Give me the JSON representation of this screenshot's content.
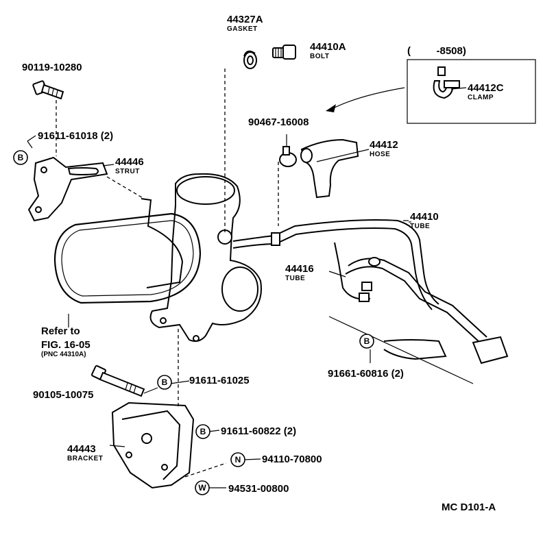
{
  "parts": {
    "p44327A": {
      "number": "44327A",
      "name": "GASKET"
    },
    "p44410A": {
      "number": "44410A",
      "name": "BOLT"
    },
    "p44412C": {
      "number": "44412C",
      "name": "CLAMP"
    },
    "p44412": {
      "number": "44412",
      "name": "HOSE"
    },
    "p44410": {
      "number": "44410",
      "name": "TUBE"
    },
    "p44416": {
      "number": "44416",
      "name": "TUBE"
    },
    "p44446": {
      "number": "44446",
      "name": "STRUT"
    },
    "p44443": {
      "number": "44443",
      "name": "BRACKET"
    },
    "p90119": {
      "number": "90119-10280"
    },
    "p91611_61018": {
      "number": "91611-61018 (2)"
    },
    "p90467": {
      "number": "90467-16008"
    },
    "p91661": {
      "number": "91661-60816 (2)"
    },
    "p91611_61025": {
      "number": "91611-61025"
    },
    "p90105": {
      "number": "90105-10075"
    },
    "p91611_60822": {
      "number": "91611-60822 (2)"
    },
    "p94110": {
      "number": "94110-70800"
    },
    "p94531": {
      "number": "94531-00800"
    }
  },
  "symbols": {
    "b": "B",
    "n": "N",
    "w": "W"
  },
  "inset": {
    "range_label": "(         -8508)"
  },
  "reference": {
    "line1": "Refer to",
    "line2": "FIG. 16-05",
    "line3": "(PNC 44310A)"
  },
  "diagram_code": "MC D101-A"
}
